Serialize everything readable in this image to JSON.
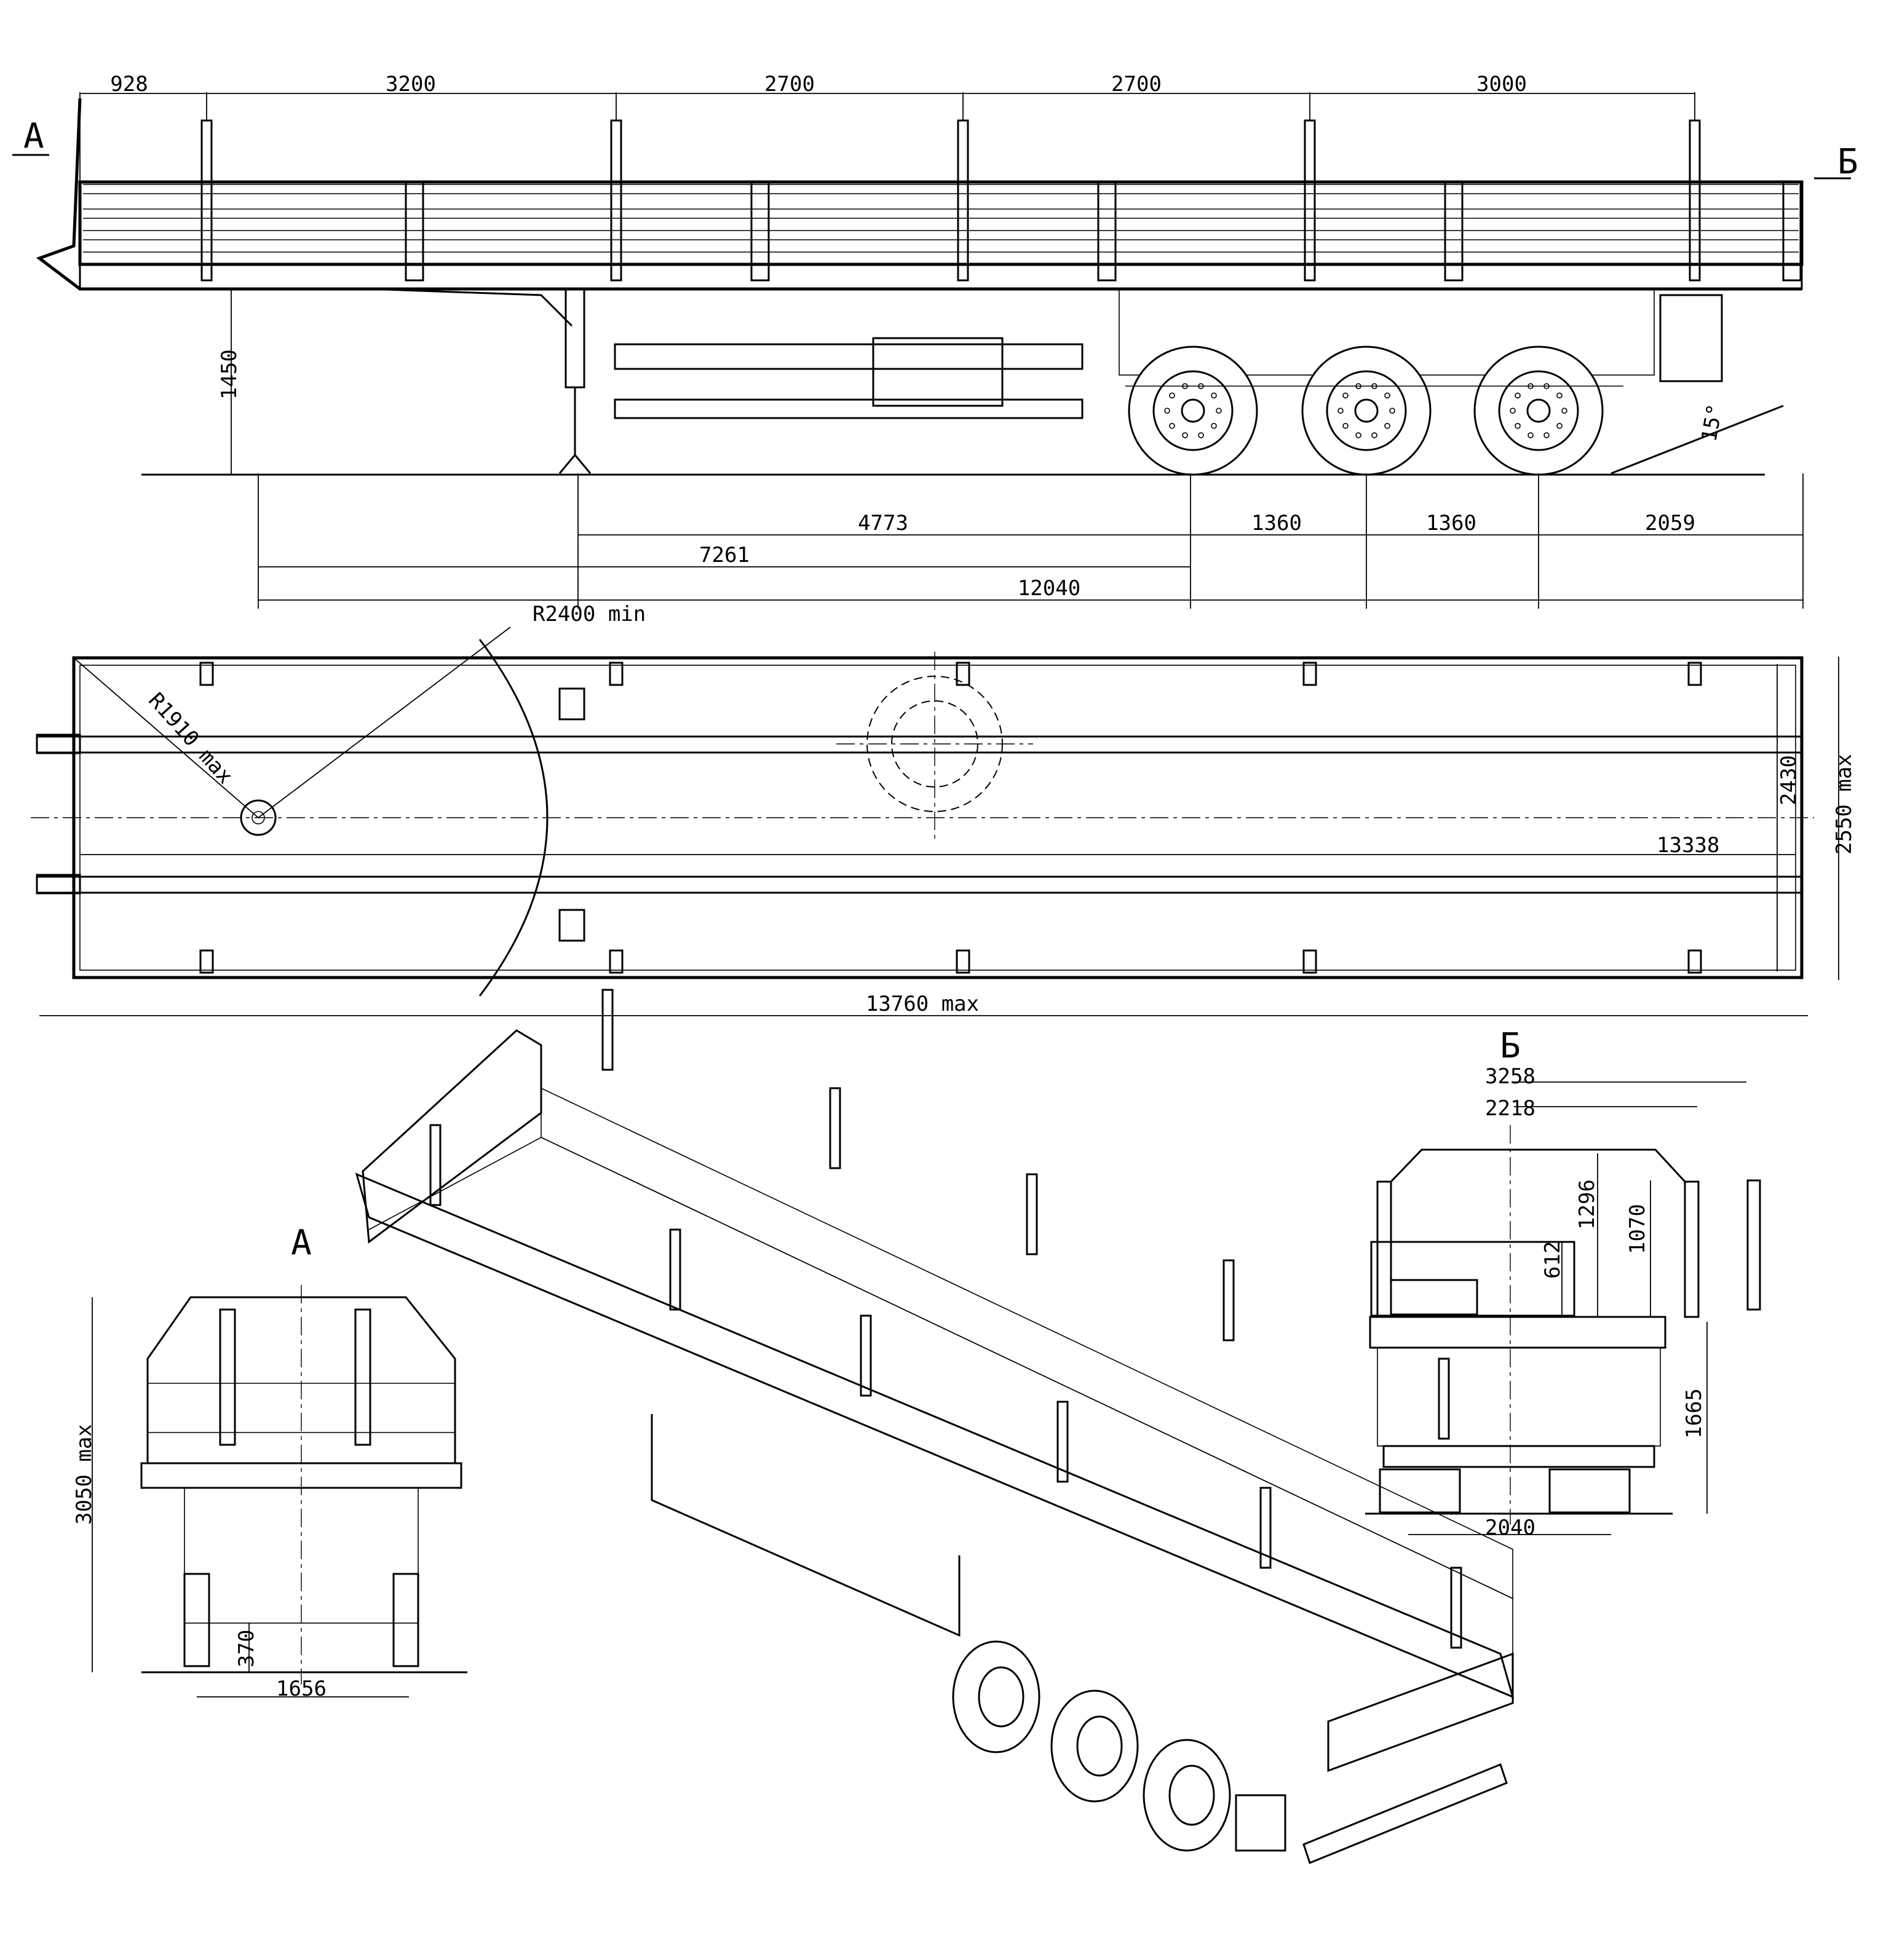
{
  "views": {
    "side_view": {
      "arrow_a": "А",
      "arrow_b": "Б",
      "stake_spacing": [
        "928",
        "3200",
        "2700",
        "2700",
        "3000"
      ],
      "deck_height": "1450",
      "kingpin_to_axle": "4773",
      "axle_spacing_1": "1360",
      "axle_spacing_2": "1360",
      "rear_overhang": "2059",
      "landing_gear_to_axle": "7261",
      "landing_gear_to_rear": "12040",
      "departure_angle": "15°"
    },
    "top_view": {
      "turn_radius": "R2400 min",
      "front_radius": "R1910 max",
      "inner_length": "13338",
      "inner_width": "2430",
      "overall_width": "2550 max",
      "overall_length": "13760 max"
    },
    "front_view_a": {
      "title": "А",
      "overall_height": "3050 max",
      "track_width": "1656",
      "ground_clearance": "370"
    },
    "rear_view_b": {
      "title": "Б",
      "width_with_stakes": "3258",
      "headboard_width": "2218",
      "headboard_height": "1296",
      "stake_height": "1070",
      "side_height": "612",
      "deck_height": "1665",
      "track_width": "2040"
    }
  }
}
